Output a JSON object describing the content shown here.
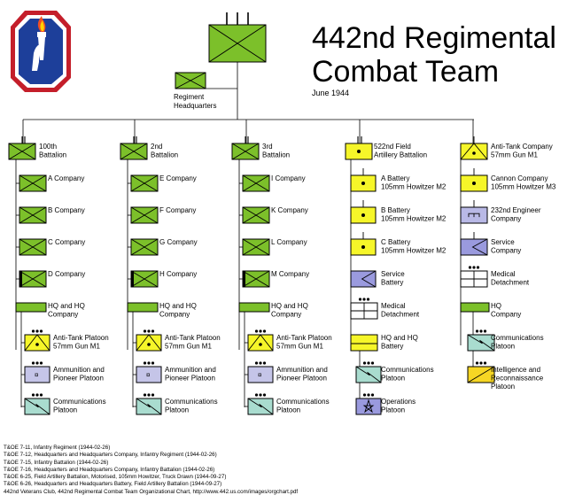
{
  "title_line1": "442nd Regimental",
  "title_line2": "Combat Team",
  "date": "June 1944",
  "colors": {
    "infantry": "#7cc02a",
    "artillery": "#f6f629",
    "engineer": "#b9b9e6",
    "service": "#9a9ade",
    "medical": "#ffffff",
    "signal": "#a9dccf",
    "intel": "#f6d624",
    "ammo": "#c5c5e8"
  },
  "regiment": {
    "label_line1": "Regiment",
    "label_line2": "Headquarters"
  },
  "columns": [
    {
      "head": [
        "100th",
        "Battalion"
      ],
      "companies": [
        "A Company",
        "B Company",
        "C Company",
        "D Company"
      ],
      "hq": [
        "HQ and HQ",
        "Company"
      ],
      "platoons": [
        [
          "Anti-Tank Platoon",
          "57mm Gun M1"
        ],
        [
          "Ammunition and",
          "Pioneer Platoon"
        ],
        [
          "Communications",
          "Platoon"
        ]
      ]
    },
    {
      "head": [
        "2nd",
        "Battalion"
      ],
      "companies": [
        "E Company",
        "F Company",
        "G Company",
        "H Company"
      ],
      "hq": [
        "HQ and HQ",
        "Company"
      ],
      "platoons": [
        [
          "Anti-Tank Platoon",
          "57mm Gun M1"
        ],
        [
          "Ammunition and",
          "Pioneer Platoon"
        ],
        [
          "Communications",
          "Platoon"
        ]
      ]
    },
    {
      "head": [
        "3rd",
        "Battalion"
      ],
      "companies": [
        "I Company",
        "K Company",
        "L Company",
        "M Company"
      ],
      "hq": [
        "HQ and HQ",
        "Company"
      ],
      "platoons": [
        [
          "Anti-Tank Platoon",
          "57mm Gun M1"
        ],
        [
          "Ammunition and",
          "Pioneer Platoon"
        ],
        [
          "Communications",
          "Platoon"
        ]
      ]
    },
    {
      "head": [
        "522nd Field",
        "Artillery Battalion"
      ],
      "units": [
        [
          "A Battery",
          "105mm Howitzer M2"
        ],
        [
          "B Battery",
          "105mm Howitzer M2"
        ],
        [
          "C Battery",
          "105mm Howitzer M2"
        ],
        [
          "Service",
          "Battery"
        ],
        [
          "Medical",
          "Detachment"
        ],
        [
          "HQ and HQ",
          "Battery"
        ],
        [
          "Communications",
          "Platoon"
        ],
        [
          "Operations",
          "Platoon"
        ]
      ]
    },
    {
      "units": [
        [
          "Anti-Tank Company",
          "57mm Gun M1"
        ],
        [
          "Cannon Company",
          "105mm Howitzer M3"
        ],
        [
          "232nd Engineer",
          "Company"
        ],
        [
          "Service",
          "Company"
        ],
        [
          "Medical",
          "Detachment"
        ],
        [
          "HQ",
          "Company"
        ],
        [
          "Communications",
          "Platoon"
        ],
        [
          "Intelligence and",
          "Reconnaissance",
          "Platoon"
        ]
      ]
    }
  ],
  "references": [
    "T&OE 7-11, Infantry Regiment (1944-02-26)",
    "T&OE 7-12, Headquarters and Headquarters Company, Infantry Regiment (1944-02-26)",
    "T&OE 7-15, Infantry Battalion (1944-02-26)",
    "T&OE 7-16, Headquarters and Headquarters Company, Infantry Battalion (1944-02-26)",
    "T&OE 6-25, Field Artillery Battalion, Motorised, 105mm Howitzer, Truck Drawn (1944-09-27)",
    "T&OE 6-26, Headquarters and Headquarters Battery, Field Artillery Battalion (1944-09-27)",
    "442nd Veterans Club, 442nd Regimental Combat Team Organizational Chart, http://www.442.us.com/images/orgchart.pdf"
  ]
}
